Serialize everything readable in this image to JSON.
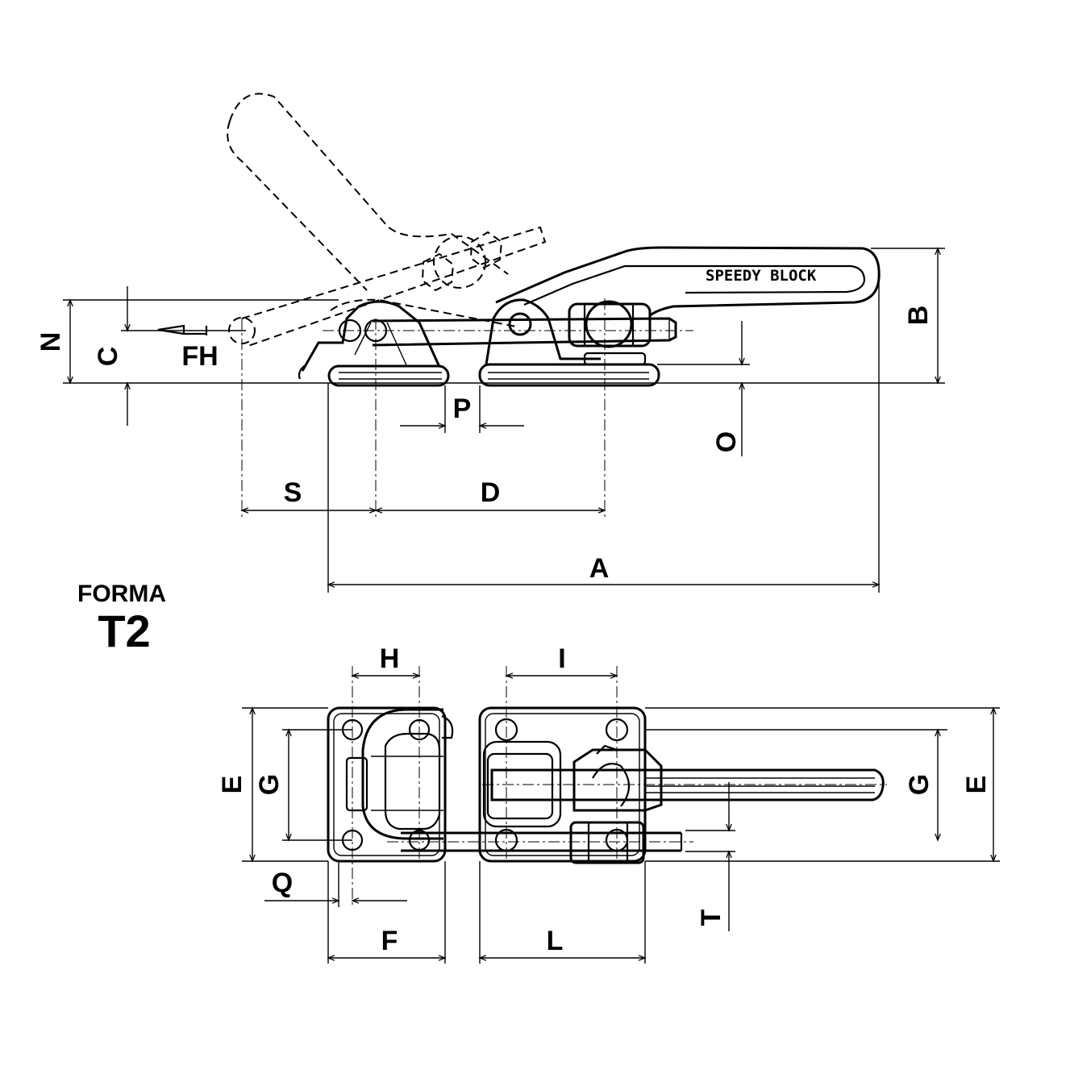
{
  "form": {
    "title": "FORMA",
    "code": "T2"
  },
  "brand": "SPEEDY BLOCK",
  "force_label": "FH",
  "dims": {
    "A": "A",
    "B": "B",
    "C": "C",
    "D": "D",
    "E": "E",
    "F": "F",
    "G": "G",
    "H": "H",
    "I": "I",
    "L": "L",
    "N": "N",
    "O": "O",
    "P": "P",
    "Q": "Q",
    "S": "S",
    "T": "T"
  }
}
